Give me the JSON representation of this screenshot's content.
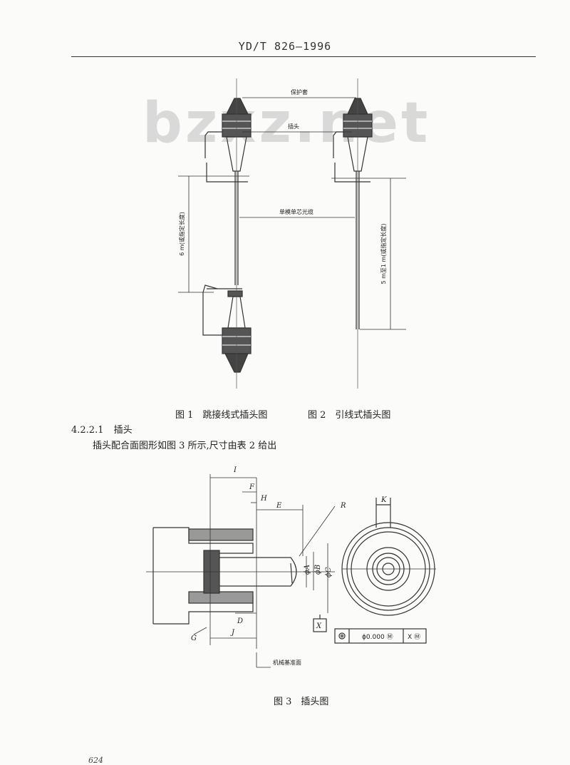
{
  "header": {
    "standard_code": "YD/T 826—1996"
  },
  "watermark": "bzxz.net",
  "figure12": {
    "label_boot": "保护套",
    "label_plug": "插头",
    "label_cable": "单模单芯光缆",
    "dim_left": "6 m(或指定长度)",
    "dim_right": "5 m至1 m(或指定长度)",
    "caption1": "图 1　跳接线式插头图",
    "caption2": "图 2　引线式插头图"
  },
  "section": {
    "number": "4.2.2.1",
    "title": "插头",
    "body": "插头配合面图形如图 3 所示,尺寸由表 2 给出"
  },
  "figure3": {
    "dims": [
      "I",
      "F",
      "H",
      "E",
      "R",
      "K",
      "ϕA",
      "ϕB",
      "ϕC",
      "G",
      "J",
      "D"
    ],
    "datum": "X",
    "tolerance": "ϕ0.000 Ⓜ",
    "tolerance_ref": "X Ⓜ",
    "mechanical_ref": "机械基准面",
    "caption": "图 3　插头图"
  },
  "footer": {
    "page_number": "624"
  }
}
